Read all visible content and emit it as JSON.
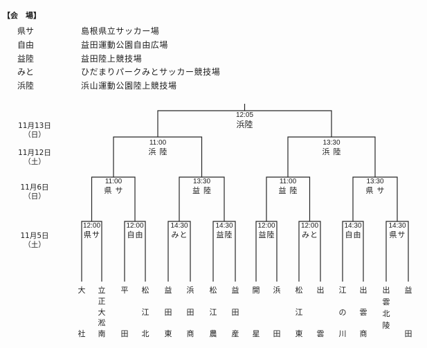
{
  "venue_legend": {
    "heading": "【会　場】",
    "items": [
      {
        "abbr": "県サ",
        "name": "島根県立サッカー場"
      },
      {
        "abbr": "自由",
        "name": "益田運動公園自由広場"
      },
      {
        "abbr": "益陸",
        "name": "益田陸上競技場"
      },
      {
        "abbr": "みと",
        "name": "ひだまりパークみとサッカー競技場"
      },
      {
        "abbr": "浜陸",
        "name": "浜山運動公園陸上競技場"
      }
    ]
  },
  "dates": [
    {
      "date": "11月13日",
      "weekday": "（日）"
    },
    {
      "date": "11月12日",
      "weekday": "（土）"
    },
    {
      "date": "11月6日",
      "weekday": "（日）"
    },
    {
      "date": "11月5日",
      "weekday": "（土）"
    }
  ],
  "bracket": {
    "final": {
      "time": "12:05",
      "venue": "浜陸"
    },
    "semifinals": [
      {
        "time": "11:00",
        "venue": "浜陸"
      },
      {
        "time": "13:30",
        "venue": "浜陸"
      }
    ],
    "quarterfinals": [
      {
        "time": "11:00",
        "venue": "県サ"
      },
      {
        "time": "13:30",
        "venue": "益陸"
      },
      {
        "time": "11:00",
        "venue": "益陸"
      },
      {
        "time": "13:30",
        "venue": "県サ"
      }
    ],
    "round1": [
      {
        "time": "12:00",
        "venue": "県サ"
      },
      {
        "time": "12:00",
        "venue": "自由"
      },
      {
        "time": "14:30",
        "venue": "みと"
      },
      {
        "time": "14:30",
        "venue": "益陸"
      },
      {
        "time": "12:00",
        "venue": "益陸"
      },
      {
        "time": "12:00",
        "venue": "みと"
      },
      {
        "time": "14:30",
        "venue": "自由"
      },
      {
        "time": "14:30",
        "venue": "県サ"
      }
    ]
  },
  "teams": [
    "大社",
    "立正大淞南",
    "平田",
    "松江北",
    "益田東",
    "浜田商",
    "松江農",
    "益田産",
    "開星",
    "浜田",
    "松江東",
    "出雲",
    "江の川",
    "出雲商",
    "出雲北陵",
    "益田"
  ]
}
